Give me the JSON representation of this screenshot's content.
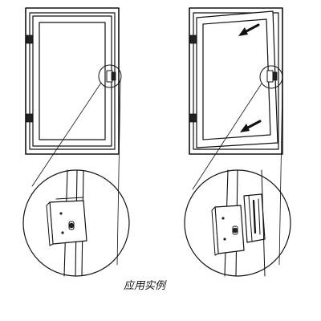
{
  "caption": "应用实例",
  "colors": {
    "line": "#111111",
    "fill_dark": "#222222",
    "background": "#ffffff"
  },
  "panels": [
    {
      "id": "left",
      "state": "closed",
      "description_icons": [
        "door-frame",
        "hinge",
        "lock",
        "magnifier"
      ]
    },
    {
      "id": "right",
      "state": "opening",
      "description_icons": [
        "door-frame",
        "hinge",
        "lock",
        "magnifier",
        "direction-arrow"
      ]
    }
  ]
}
